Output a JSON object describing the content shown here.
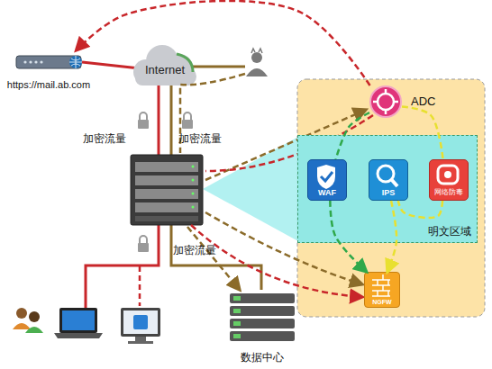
{
  "diagram": {
    "nodes": [
      {
        "text": [
          "https://mail.ab.com"
        ]
      },
      {
        "text": [
          "Internet"
        ]
      },
      {
        "text": [
          "ADC"
        ]
      },
      {
        "text": [
          "明文区域"
        ]
      },
      {
        "text": [
          "WAF"
        ],
        "in": 3
      },
      {
        "text": [
          "IPS"
        ],
        "in": 3
      },
      {
        "text": [
          "网络防毒"
        ],
        "in": 3
      },
      {
        "text": [
          "NGFW"
        ]
      },
      {
        "text": [
          "数据中心"
        ]
      }
    ],
    "edges": [
      {
        "from": 2,
        "to": 0,
        "arrow": "to"
      },
      {
        "from": 2,
        "to": 4,
        "arrow": "none"
      },
      {
        "from": 4,
        "to": 7,
        "arrow": "to"
      },
      {
        "from": 2,
        "to": 6,
        "arrow": "none"
      },
      {
        "from": 6,
        "to": 5,
        "arrow": "none"
      },
      {
        "from": 5,
        "to": 7,
        "arrow": "to"
      }
    ],
    "labels": [
      "加密流量",
      "加密流量",
      "加密流量"
    ]
  }
}
